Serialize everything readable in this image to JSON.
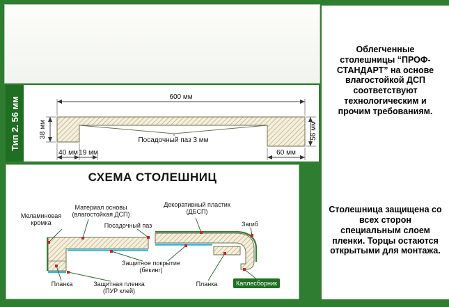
{
  "type_panel": {
    "label": "Тип 2. 56 мм",
    "dims": {
      "top_width": "600 мм",
      "right_height": "56 мм",
      "left_height": "38 мм",
      "bottom_left": "40 мм",
      "bottom_middle": "19 мм",
      "bottom_right": "60 мм"
    },
    "groove_note": "Посадочный паз 3 мм"
  },
  "schema": {
    "title": "СХЕМА СТОЛЕШНИЦ",
    "labels": {
      "melamine_edge": "Меламиновая кромка",
      "base_material": "Материал основы (влагостойкая ДСП)",
      "seating_groove": "Посадочный паз",
      "decorative_plastic": "Декоративный пластик (ДБСП)",
      "bend": "Загиб",
      "protective_backing": "Защитное покрытие (бекинг)",
      "strip_left": "Планка",
      "protective_film": "Защитная пленка (ПУР клей)",
      "strip_right": "Планка",
      "drip_collector": "Каплесборник"
    }
  },
  "right_panel": {
    "para1": "Облегченные столешницы “ПРОФ-СТАНДАРТ” на основе влагостойкой ДСП соответствуют технологическим и прочим требованиям.",
    "para2": "Столешница защищена со всех сторон специальным слоем пленки. Торцы остаются открытыми для монтажа."
  },
  "colors": {
    "page_green": "#2e7d30",
    "band_green": "#1f6e22",
    "film_blue": "#35b6d9",
    "marker_red": "#cb2424",
    "badge_green": "#1f6e22"
  }
}
